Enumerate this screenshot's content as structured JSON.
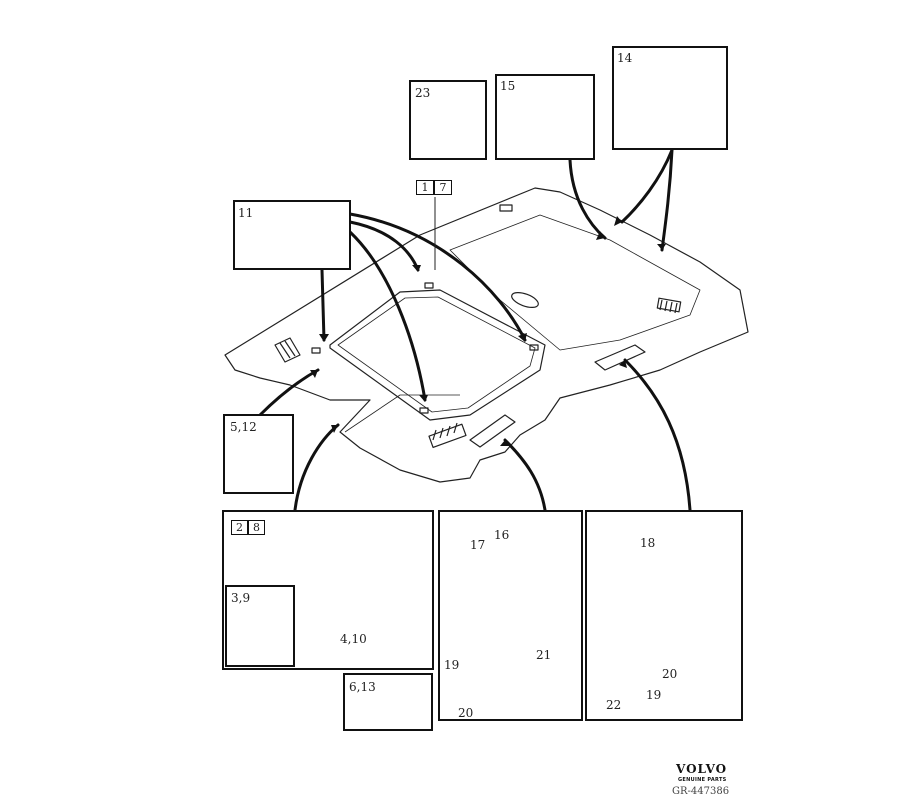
{
  "callouts": {
    "c23": "23",
    "c15": "15",
    "c14": "14",
    "c11": "11",
    "c5_12": "5,12",
    "c3_9": "3,9",
    "c4_10": "4,10",
    "c6_13": "6,13",
    "c16": "16",
    "c17": "17",
    "c19a": "19",
    "c20a": "20",
    "c21": "21",
    "c18": "18",
    "c20b": "20",
    "c19b": "19",
    "c22": "22"
  },
  "quantity_cells": {
    "top_left": "1",
    "top_right": "7",
    "light_left": "2",
    "light_right": "8"
  },
  "brand": {
    "logo": "VOLVO",
    "subtitle": "GENUINE PARTS",
    "reference": "GR-447386"
  }
}
